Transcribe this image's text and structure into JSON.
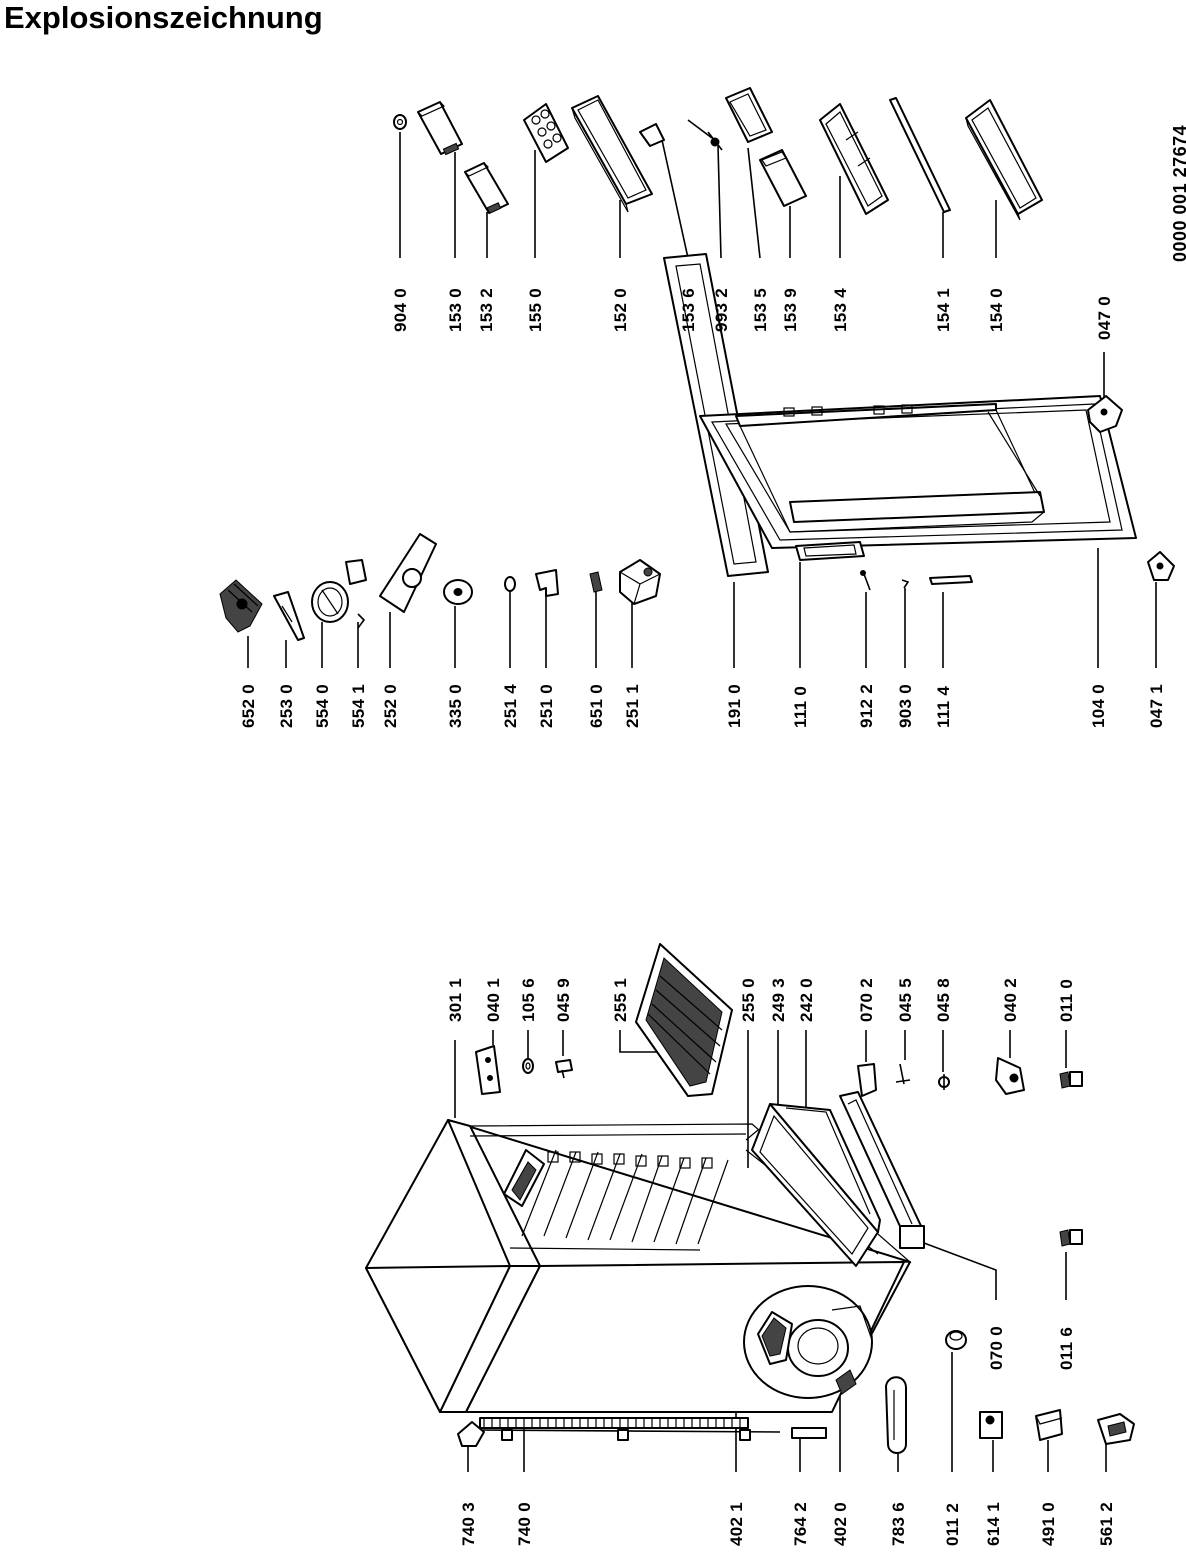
{
  "title": "Explosionszeichnung",
  "document_number": "0000 001 27674",
  "parts": [
    {
      "id": "p9040",
      "label": "904 0"
    },
    {
      "id": "p1530",
      "label": "153 0"
    },
    {
      "id": "p1532",
      "label": "153 2"
    },
    {
      "id": "p1550",
      "label": "155 0"
    },
    {
      "id": "p1520",
      "label": "152 0"
    },
    {
      "id": "p1536",
      "label": "153 6"
    },
    {
      "id": "p9932",
      "label": "993 2"
    },
    {
      "id": "p1535",
      "label": "153 5"
    },
    {
      "id": "p1539",
      "label": "153 9"
    },
    {
      "id": "p1534",
      "label": "153 4"
    },
    {
      "id": "p1541",
      "label": "154 1"
    },
    {
      "id": "p1540",
      "label": "154 0"
    },
    {
      "id": "p0470",
      "label": "047 0"
    },
    {
      "id": "p6520",
      "label": "652 0"
    },
    {
      "id": "p2530",
      "label": "253 0"
    },
    {
      "id": "p5540",
      "label": "554 0"
    },
    {
      "id": "p5541",
      "label": "554 1"
    },
    {
      "id": "p2520",
      "label": "252 0"
    },
    {
      "id": "p3350",
      "label": "335 0"
    },
    {
      "id": "p2514",
      "label": "251 4"
    },
    {
      "id": "p2510",
      "label": "251 0"
    },
    {
      "id": "p6510",
      "label": "651 0"
    },
    {
      "id": "p2511",
      "label": "251 1"
    },
    {
      "id": "p1910",
      "label": "191 0"
    },
    {
      "id": "p1110",
      "label": "111 0"
    },
    {
      "id": "p9122",
      "label": "912 2"
    },
    {
      "id": "p9030",
      "label": "903 0"
    },
    {
      "id": "p1114",
      "label": "111 4"
    },
    {
      "id": "p1040",
      "label": "104 0"
    },
    {
      "id": "p0471",
      "label": "047 1"
    },
    {
      "id": "p3011",
      "label": "301  1"
    },
    {
      "id": "p0401",
      "label": "040 1"
    },
    {
      "id": "p1056",
      "label": "105 6"
    },
    {
      "id": "p0459",
      "label": "045 9"
    },
    {
      "id": "p2551",
      "label": "255 1"
    },
    {
      "id": "p2550",
      "label": "255 0"
    },
    {
      "id": "p2493",
      "label": "249 3"
    },
    {
      "id": "p2420",
      "label": "242 0"
    },
    {
      "id": "p0702",
      "label": "070 2"
    },
    {
      "id": "p0455",
      "label": "045 5"
    },
    {
      "id": "p0458",
      "label": "045 8"
    },
    {
      "id": "p0402",
      "label": "040 2"
    },
    {
      "id": "p0110",
      "label": "011 0"
    },
    {
      "id": "p0700",
      "label": "070 0"
    },
    {
      "id": "p0116",
      "label": "011 6"
    },
    {
      "id": "p7403",
      "label": "740 3"
    },
    {
      "id": "p7400",
      "label": "740 0"
    },
    {
      "id": "p4021",
      "label": "402 1"
    },
    {
      "id": "p7642",
      "label": "764 2"
    },
    {
      "id": "p4020",
      "label": "402 0"
    },
    {
      "id": "p7836",
      "label": "783 6"
    },
    {
      "id": "p0112",
      "label": "011 2"
    },
    {
      "id": "p6141",
      "label": "614 1"
    },
    {
      "id": "p4910",
      "label": "491 0"
    },
    {
      "id": "p5612",
      "label": "561 2"
    }
  ]
}
